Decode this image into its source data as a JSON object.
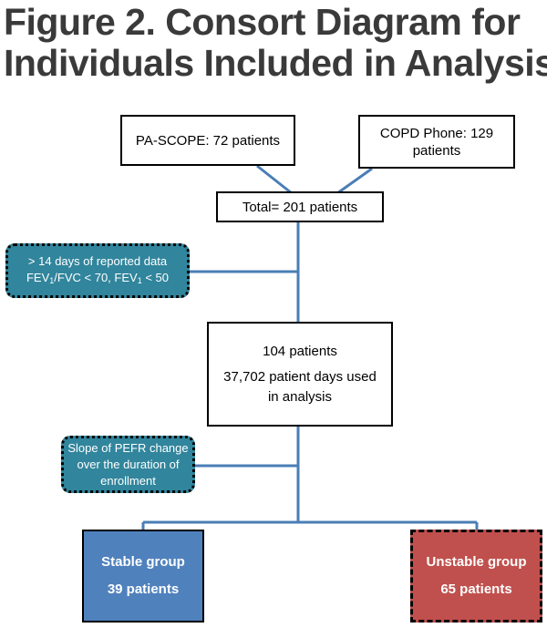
{
  "title": {
    "line1": "Figure 2. Consort Diagram for",
    "line2": "Individuals Included in Analysis"
  },
  "nodes": {
    "pa_scope": {
      "text": "PA-SCOPE: 72 patients"
    },
    "copd_phone": {
      "line1": "COPD Phone: 129",
      "line2": "patients"
    },
    "total": {
      "text": "Total= 201 patients"
    },
    "analysis": {
      "line1": "104 patients",
      "line2": "37,702 patient days used",
      "line3": "in analysis"
    },
    "stable": {
      "line1": "Stable group",
      "line2": "39 patients"
    },
    "unstable": {
      "line1": "Unstable group",
      "line2": "65 patients"
    }
  },
  "exclusions": {
    "first": {
      "line1": "> 14 days of reported data",
      "line2_a": "FEV",
      "line2_sub1": "1",
      "line2_b": "/FVC < 70, FEV",
      "line2_sub2": "1",
      "line2_c": " < 50"
    },
    "second": {
      "line1": "Slope of PEFR change",
      "line2": "over the duration of",
      "line3": "enrollment"
    }
  },
  "colors": {
    "connector": "#4a7eb5",
    "note_fill": "#31859c",
    "stable_fill": "#4f81bd",
    "unstable_fill": "#c0504d",
    "title": "#3a3a3a"
  }
}
